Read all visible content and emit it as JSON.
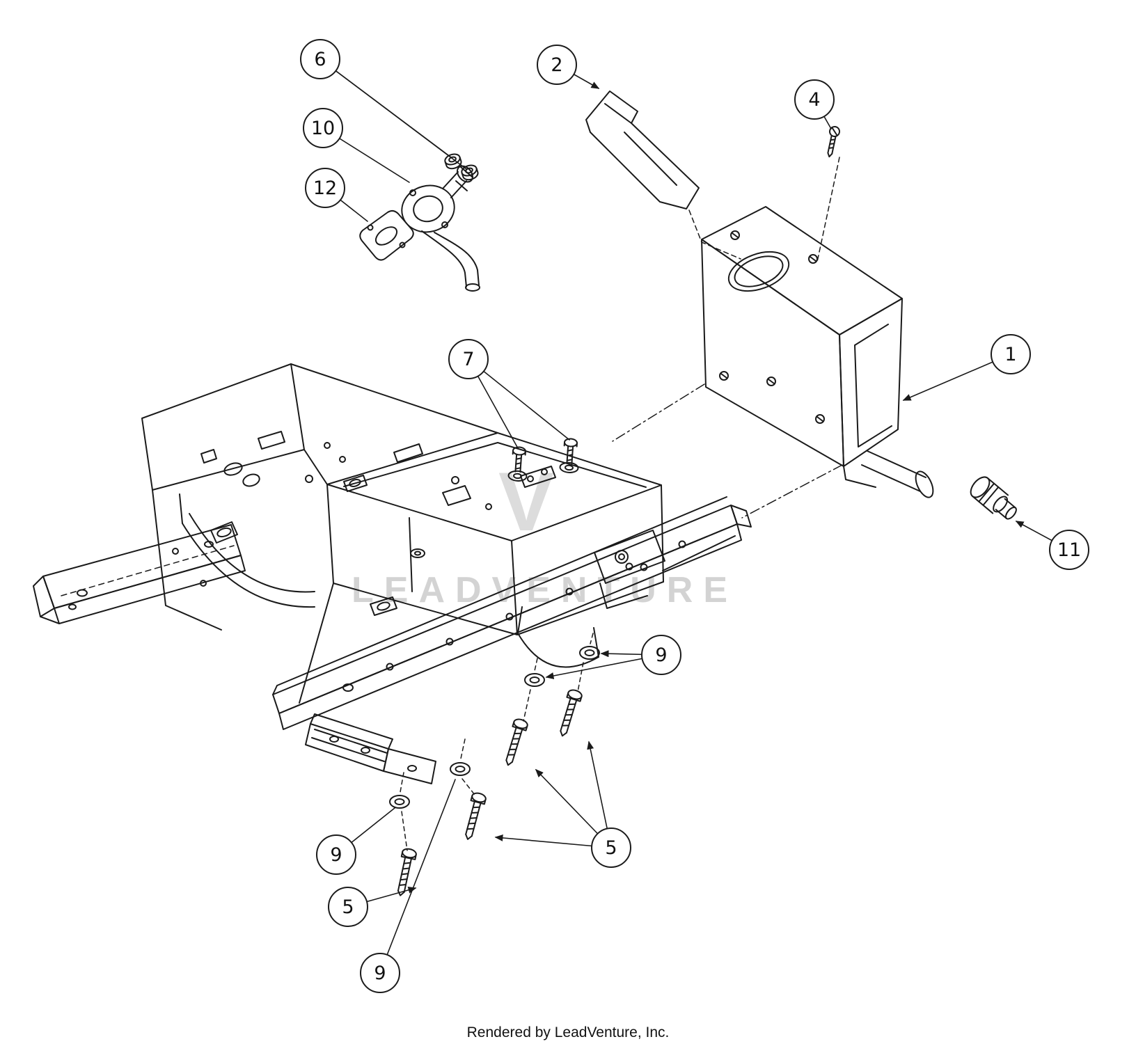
{
  "watermark": {
    "logo": "V",
    "text": "LEADVENTURE"
  },
  "footer": {
    "text": "Rendered by LeadVenture, Inc."
  },
  "callouts": [
    {
      "label": "6"
    },
    {
      "label": "10"
    },
    {
      "label": "12"
    },
    {
      "label": "2"
    },
    {
      "label": "4"
    },
    {
      "label": "7"
    },
    {
      "label": "1"
    },
    {
      "label": "11"
    },
    {
      "label": "9"
    },
    {
      "label": "5"
    },
    {
      "label": "9"
    },
    {
      "label": "5"
    },
    {
      "label": "9"
    }
  ],
  "colors": {
    "background": "#ffffff",
    "line": "#1a1a1a",
    "watermark": "#d5d5d5"
  }
}
